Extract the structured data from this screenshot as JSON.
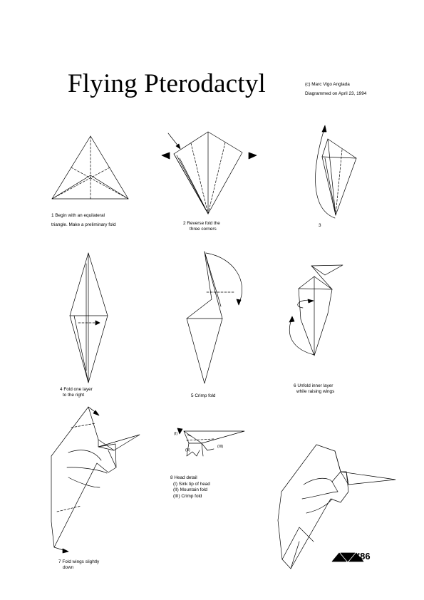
{
  "title": "Flying Pterodactyl",
  "copyright": "(c) Marc Vigo Anglada",
  "diagrammed": "Diagrammed on April 23, 1994",
  "steps": {
    "s1": [
      "1 Begin with an equilateral",
      "triangle. Make a preliminary fold"
    ],
    "s2": [
      "2 Reverse fold the",
      "three corners"
    ],
    "s3": [
      "3"
    ],
    "s4": [
      "4 Fold one layer",
      "to the right"
    ],
    "s5": [
      "5 Crimp fold"
    ],
    "s6": [
      "6 Unfold inner layer",
      "while raising wings"
    ],
    "s7": [
      "7 Fold wings slightly",
      "down"
    ],
    "s8": [
      "8 Head detail",
      "(I) Sink tip of head",
      "(II) Mountain fold",
      "(III) Crimp fold"
    ]
  },
  "detail_labels": {
    "i": "(I)",
    "ii": "(II)",
    "iii": "(III)"
  },
  "logo_year": "'86"
}
